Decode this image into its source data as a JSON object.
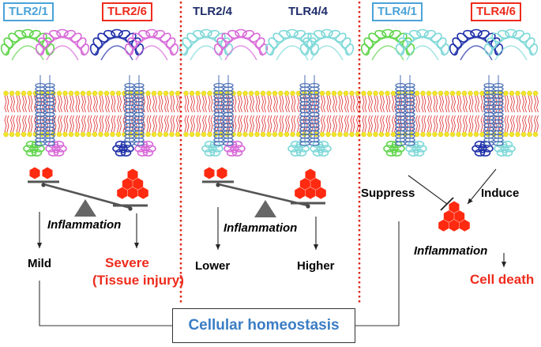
{
  "panel1": {
    "tlr_a": "TLR2/1",
    "tlr_b": "TLR2/6",
    "inflammation": "Inflammation",
    "outcome_a": "Mild",
    "outcome_b_line1": "Severe",
    "outcome_b_line2": "(Tissue injury)"
  },
  "panel2": {
    "tlr_a": "TLR2/4",
    "tlr_b": "TLR4/4",
    "inflammation": "Inflammation",
    "outcome_a": "Lower",
    "outcome_b": "Higher"
  },
  "panel3": {
    "tlr_a": "TLR4/1",
    "tlr_b": "TLR4/6",
    "suppress": "Suppress",
    "induce": "Induce",
    "inflammation": "Inflammation",
    "outcome": "Cell death"
  },
  "footer": {
    "homeostasis": "Cellular homeostasis"
  },
  "colors": {
    "blue_box": "#4aa3d8",
    "red": "#ee2b1c",
    "navy_text": "#1f2d6b",
    "homeostasis_text": "#3b7dc4",
    "divider": "#e0281b",
    "membrane_head": "#f3e52a",
    "membrane_tail": "#e03a3a",
    "helix": "#4a6fb5",
    "green_protein": "#5fd44a",
    "magenta_protein": "#d86ad8",
    "navy_protein": "#1e2fa8",
    "cyan_protein": "#7fd8d8",
    "hexagon": "#ff2a10",
    "balance": "#555555"
  }
}
